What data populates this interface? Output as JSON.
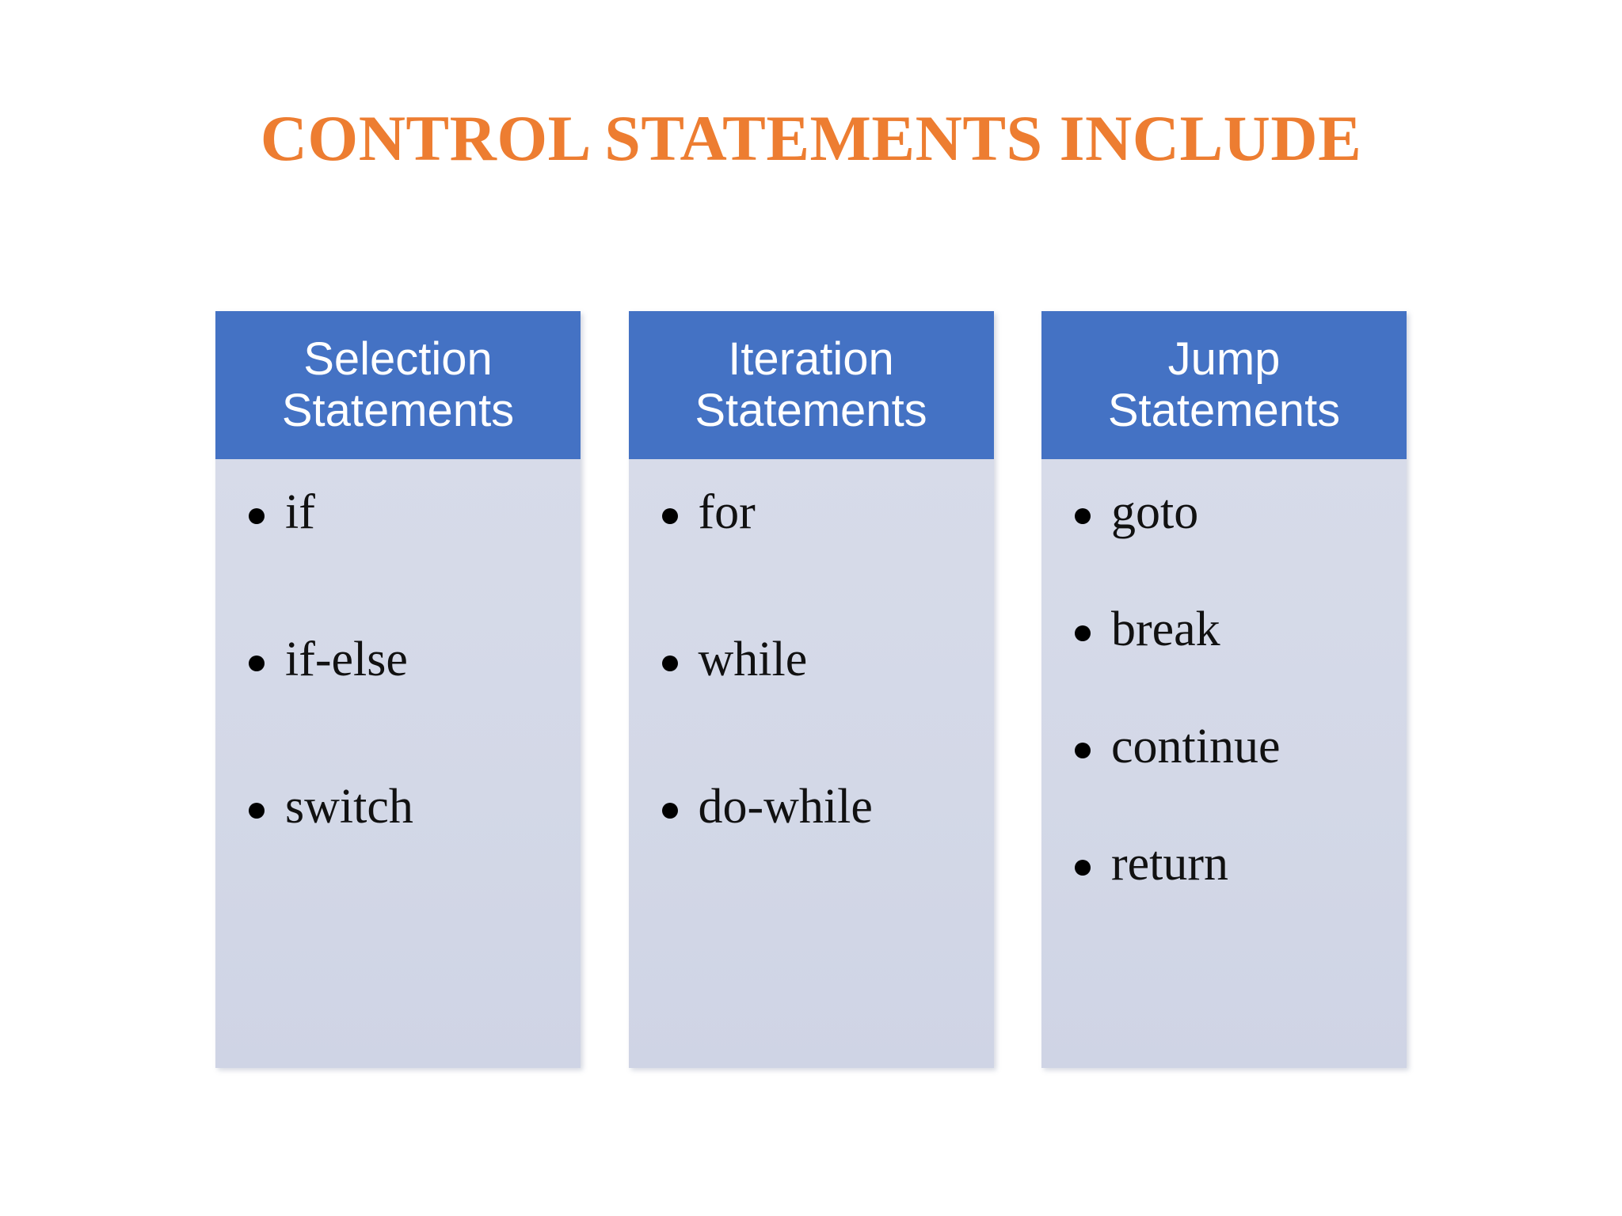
{
  "slide": {
    "title": "CONTROL STATEMENTS INCLUDE",
    "title_color": "#ED7D31",
    "background_color": "#FFFFFF",
    "header_color": "#4472C4",
    "panel_color": "#D5DAE9",
    "bullet_text_color": "#111111"
  },
  "columns": [
    {
      "header_line1": "Selection",
      "header_line2": "Statements",
      "items": [
        {
          "label": "if"
        },
        {
          "label": "if-else"
        },
        {
          "label": "switch"
        }
      ]
    },
    {
      "header_line1": "Iteration",
      "header_line2": "Statements",
      "items": [
        {
          "label": "for"
        },
        {
          "label": "while"
        },
        {
          "label": "do-while"
        }
      ]
    },
    {
      "header_line1": "Jump",
      "header_line2": "Statements",
      "items": [
        {
          "label": "goto"
        },
        {
          "label": "break"
        },
        {
          "label": "continue"
        },
        {
          "label": "return"
        }
      ]
    }
  ]
}
